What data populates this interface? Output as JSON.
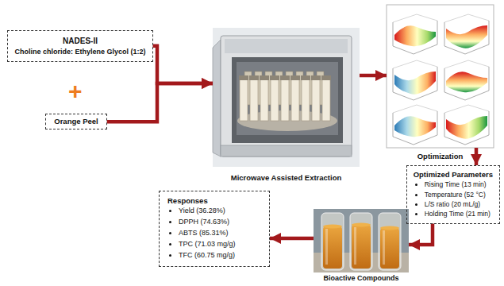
{
  "diagram": {
    "nodes": [
      {
        "text": [
          "NADES-II",
          "Choline chloride: Ethylene Glycol (1:2)"
        ]
      },
      {
        "text": [
          "Orange Peel"
        ]
      },
      {
        "text": [
          "Microwave Assisted Extraction"
        ]
      },
      {
        "text": [
          "Optimization"
        ]
      },
      {
        "text": [
          "Optimized Parameters",
          "Rising Time (13 min)",
          "Temperature (52 °C)",
          "L/S ratio (20 mL/g)",
          "Holding Time (21 min)"
        ]
      },
      {
        "text": [
          "Bioactive Compounds"
        ]
      },
      {
        "text": [
          "Responses",
          "Yield (36.28%)",
          "DPPH (74.63%)",
          "ABTS (85.31%)",
          "TPC (71.03 mg/g)",
          "TFC (60.75 mg/g)"
        ]
      }
    ],
    "edges": [
      {
        "from": 0,
        "to": 2,
        "arrow": "to"
      },
      {
        "from": 1,
        "to": 2,
        "arrow": "to"
      },
      {
        "from": 2,
        "to": 3,
        "arrow": "to"
      },
      {
        "from": 3,
        "to": 4,
        "arrow": "to"
      },
      {
        "from": 4,
        "to": 5,
        "arrow": "to"
      },
      {
        "from": 5,
        "to": 6,
        "arrow": "to"
      }
    ],
    "labels": [
      "+"
    ]
  }
}
